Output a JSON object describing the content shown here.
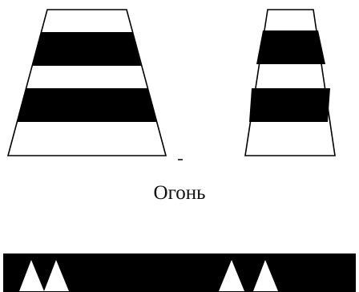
{
  "caption": "Огонь",
  "colors": {
    "background": "#ffffff",
    "fill": "#000000",
    "stroke": "#000000"
  },
  "left_beacon": {
    "bands": [
      "white",
      "black",
      "white",
      "black",
      "white"
    ]
  },
  "right_beacon": {
    "bands": [
      "white",
      "black",
      "white",
      "black",
      "white"
    ]
  },
  "strip": {
    "triangles": 4
  }
}
